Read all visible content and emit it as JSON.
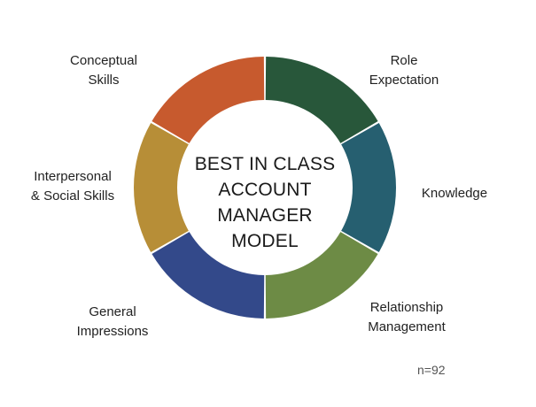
{
  "diagram": {
    "center_lines": [
      "BEST IN CLASS",
      "ACCOUNT",
      "MANAGER",
      "MODEL"
    ],
    "segments": [
      {
        "id": "role",
        "lines": [
          "Role",
          "Expectation"
        ],
        "color": "#28573a"
      },
      {
        "id": "knowledge",
        "lines": [
          "Knowledge"
        ],
        "color": "#265f70"
      },
      {
        "id": "relationship",
        "lines": [
          "Relationship",
          "Management"
        ],
        "color": "#6d8b45"
      },
      {
        "id": "general",
        "lines": [
          "General",
          "Impressions"
        ],
        "color": "#33498a"
      },
      {
        "id": "interpersonal",
        "lines": [
          "Interpersonal",
          "& Social Skills"
        ],
        "color": "#b78e37"
      },
      {
        "id": "conceptual",
        "lines": [
          "Conceptual",
          "Skills"
        ],
        "color": "#c75a2e"
      }
    ],
    "sample_size": "n=92"
  }
}
